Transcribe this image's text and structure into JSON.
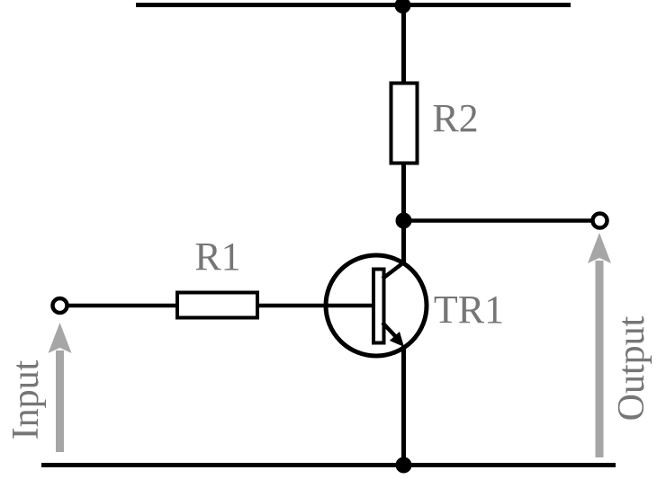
{
  "diagram": {
    "kind": "transistor-amplifier-circuit-schematic",
    "labels": {
      "r1": "R1",
      "r2": "R2",
      "tr1": "TR1",
      "input": "Input",
      "output": "Output"
    },
    "colors": {
      "wire": "#000000",
      "component_fill": "#ffffff",
      "label_text": "#767676",
      "signal_arrow": "#a6a6a6"
    }
  }
}
